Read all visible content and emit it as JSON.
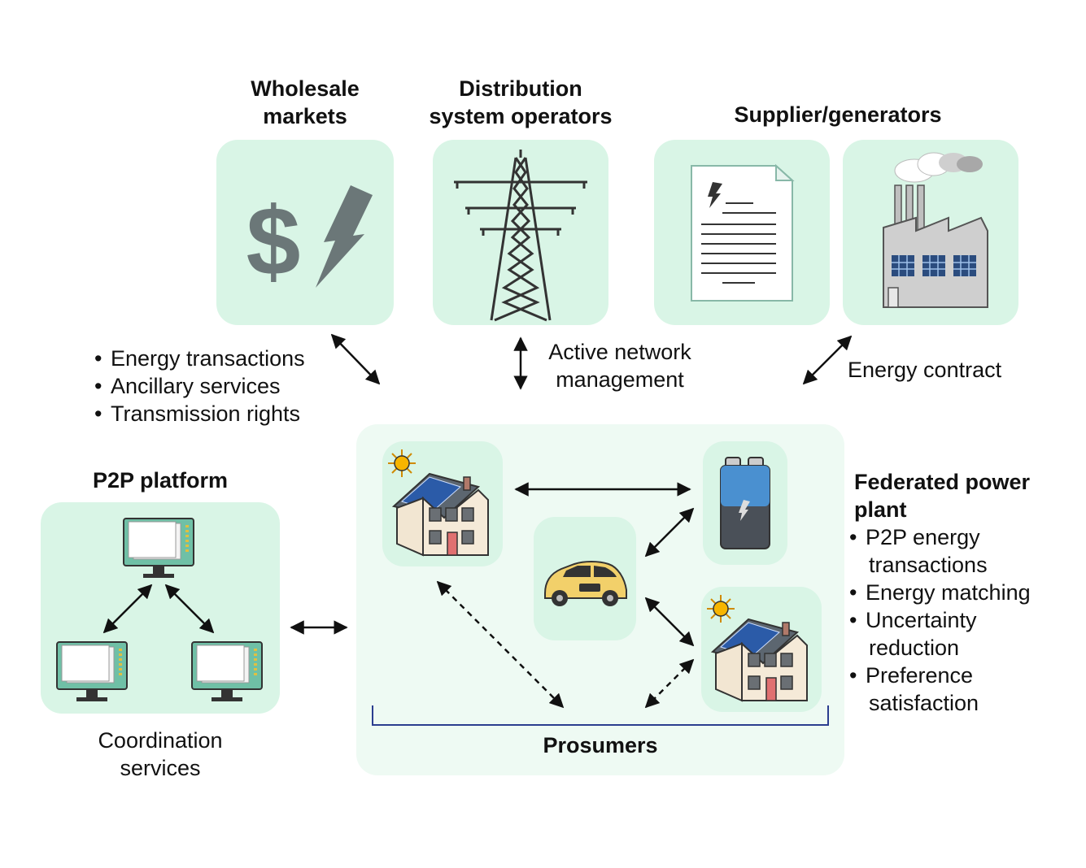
{
  "top": {
    "wholesale_title": [
      "Wholesale",
      "markets"
    ],
    "dso_title": [
      "Distribution",
      "system operators"
    ],
    "supplier_title": "Supplier/generators"
  },
  "links": {
    "wholesale_bullets": [
      "Energy transactions",
      "Ancillary services",
      "Transmission rights"
    ],
    "dso_label": [
      "Active network",
      "management"
    ],
    "supplier_label": "Energy contract"
  },
  "p2p": {
    "title": "P2P platform",
    "caption": [
      "Coordination",
      "services"
    ]
  },
  "prosumers": {
    "label": "Prosumers"
  },
  "fpp": {
    "title": [
      "Federated power",
      "plant"
    ],
    "bullets": [
      [
        "P2P energy",
        "transactions"
      ],
      [
        "Energy matching"
      ],
      [
        "Uncertainty",
        "reduction"
      ],
      [
        "Preference",
        "satisfaction"
      ]
    ]
  },
  "colors": {
    "panel": "#d9f5e6",
    "big_panel": "#eefaf3",
    "icon_gray": "#6b7778",
    "bracket": "#2b3d8f"
  }
}
